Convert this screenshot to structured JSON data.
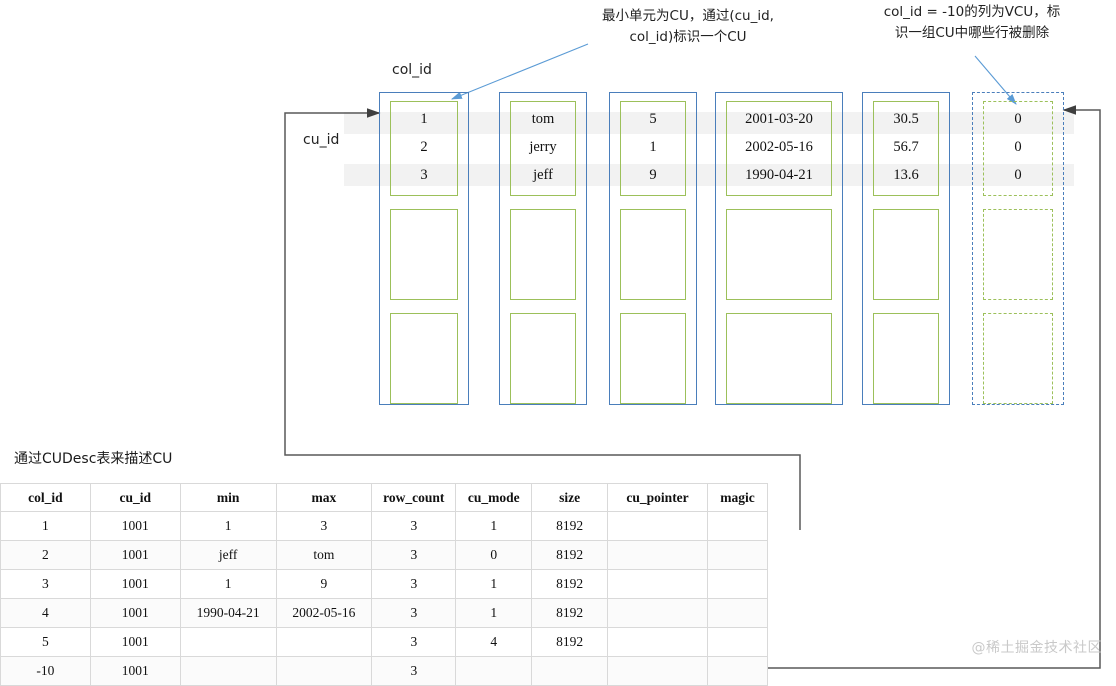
{
  "annotations": {
    "cu_note": "最小单元为CU，通过(cu_id,\ncol_id)标识一个CU",
    "vcu_note": "col_id = -10的列为VCU，标\n识一组CU中哪些行被删除"
  },
  "labels": {
    "col_id": "col_id",
    "cu_id": "cu_id",
    "table_caption": "通过CUDesc表来描述CU"
  },
  "columns": [
    {
      "name": "col-1",
      "dashed": false,
      "cells": [
        {
          "values": [
            "1",
            "2",
            "3"
          ],
          "dashed": false
        },
        {
          "values": [],
          "dashed": false
        },
        {
          "values": [],
          "dashed": false
        }
      ]
    },
    {
      "name": "col-2",
      "dashed": false,
      "cells": [
        {
          "values": [
            "tom",
            "jerry",
            "jeff"
          ],
          "dashed": false
        },
        {
          "values": [],
          "dashed": false
        },
        {
          "values": [],
          "dashed": false
        }
      ]
    },
    {
      "name": "col-3",
      "dashed": false,
      "cells": [
        {
          "values": [
            "5",
            "1",
            "9"
          ],
          "dashed": false
        },
        {
          "values": [],
          "dashed": false
        },
        {
          "values": [],
          "dashed": false
        }
      ]
    },
    {
      "name": "col-4",
      "dashed": false,
      "cells": [
        {
          "values": [
            "2001-03-20",
            "2002-05-16",
            "1990-04-21"
          ],
          "dashed": false
        },
        {
          "values": [],
          "dashed": false
        },
        {
          "values": [],
          "dashed": false
        }
      ]
    },
    {
      "name": "col-5",
      "dashed": false,
      "cells": [
        {
          "values": [
            "30.5",
            "56.7",
            "13.6"
          ],
          "dashed": false
        },
        {
          "values": [],
          "dashed": false
        },
        {
          "values": [],
          "dashed": false
        }
      ]
    },
    {
      "name": "col-vcu",
      "dashed": true,
      "cells": [
        {
          "values": [
            "0",
            "0",
            "0"
          ],
          "dashed": true
        },
        {
          "values": [],
          "dashed": true
        },
        {
          "values": [],
          "dashed": true
        }
      ]
    }
  ],
  "cudesc": {
    "headers": [
      "col_id",
      "cu_id",
      "min",
      "max",
      "row_count",
      "cu_mode",
      "size",
      "cu_pointer",
      "magic"
    ],
    "rows": [
      [
        "1",
        "1001",
        "1",
        "3",
        "3",
        "1",
        "8192",
        "",
        ""
      ],
      [
        "2",
        "1001",
        "jeff",
        "tom",
        "3",
        "0",
        "8192",
        "",
        ""
      ],
      [
        "3",
        "1001",
        "1",
        "9",
        "3",
        "1",
        "8192",
        "",
        ""
      ],
      [
        "4",
        "1001",
        "1990-04-21",
        "2002-05-16",
        "3",
        "1",
        "8192",
        "",
        ""
      ],
      [
        "5",
        "1001",
        "",
        "",
        "3",
        "4",
        "8192",
        "",
        ""
      ],
      [
        "-10",
        "1001",
        "",
        "",
        "3",
        "",
        "",
        "",
        ""
      ]
    ]
  },
  "watermark": "@稀土掘金技术社区",
  "colors": {
    "cu_border": "#9cc05a",
    "stack_border": "#4a7ebb",
    "callout_arrow": "#4a87c8",
    "connector": "#595959",
    "band": "#f0f0f0"
  }
}
